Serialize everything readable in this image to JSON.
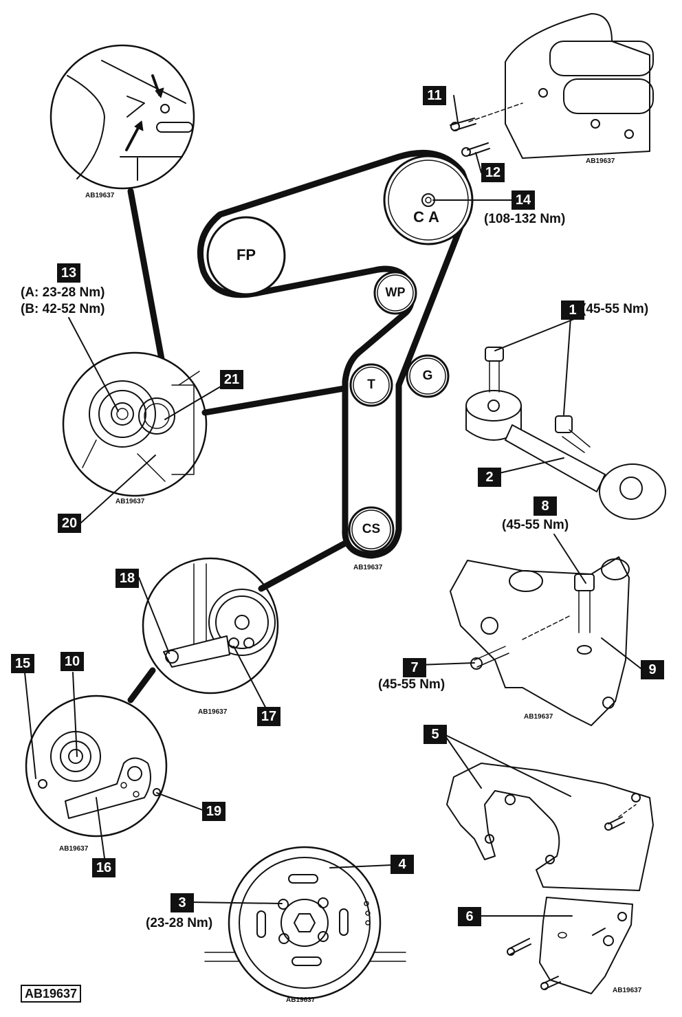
{
  "diagram_code": "AB19637",
  "pulleys": [
    {
      "id": "FP",
      "label": "FP"
    },
    {
      "id": "CA",
      "label": "CA"
    },
    {
      "id": "WP",
      "label": "WP"
    },
    {
      "id": "T",
      "label": "T"
    },
    {
      "id": "G",
      "label": "G"
    },
    {
      "id": "CS",
      "label": "CS"
    }
  ],
  "callouts": [
    {
      "num": "1",
      "torque": "(45-55 Nm)"
    },
    {
      "num": "2",
      "torque": ""
    },
    {
      "num": "3",
      "torque": "(23-28 Nm)"
    },
    {
      "num": "4",
      "torque": ""
    },
    {
      "num": "5",
      "torque": ""
    },
    {
      "num": "6",
      "torque": ""
    },
    {
      "num": "7",
      "torque": "(45-55 Nm)"
    },
    {
      "num": "8",
      "torque": "(45-55 Nm)"
    },
    {
      "num": "9",
      "torque": ""
    },
    {
      "num": "10",
      "torque": ""
    },
    {
      "num": "11",
      "torque": ""
    },
    {
      "num": "12",
      "torque": ""
    },
    {
      "num": "13",
      "torque": "(A: 23-28 Nm)",
      "torque2": "(B: 42-52 Nm)"
    },
    {
      "num": "14",
      "torque": "(108-132 Nm)"
    },
    {
      "num": "15",
      "torque": ""
    },
    {
      "num": "16",
      "torque": ""
    },
    {
      "num": "17",
      "torque": ""
    },
    {
      "num": "18",
      "torque": ""
    },
    {
      "num": "19",
      "torque": ""
    },
    {
      "num": "20",
      "torque": ""
    },
    {
      "num": "21",
      "torque": ""
    }
  ]
}
